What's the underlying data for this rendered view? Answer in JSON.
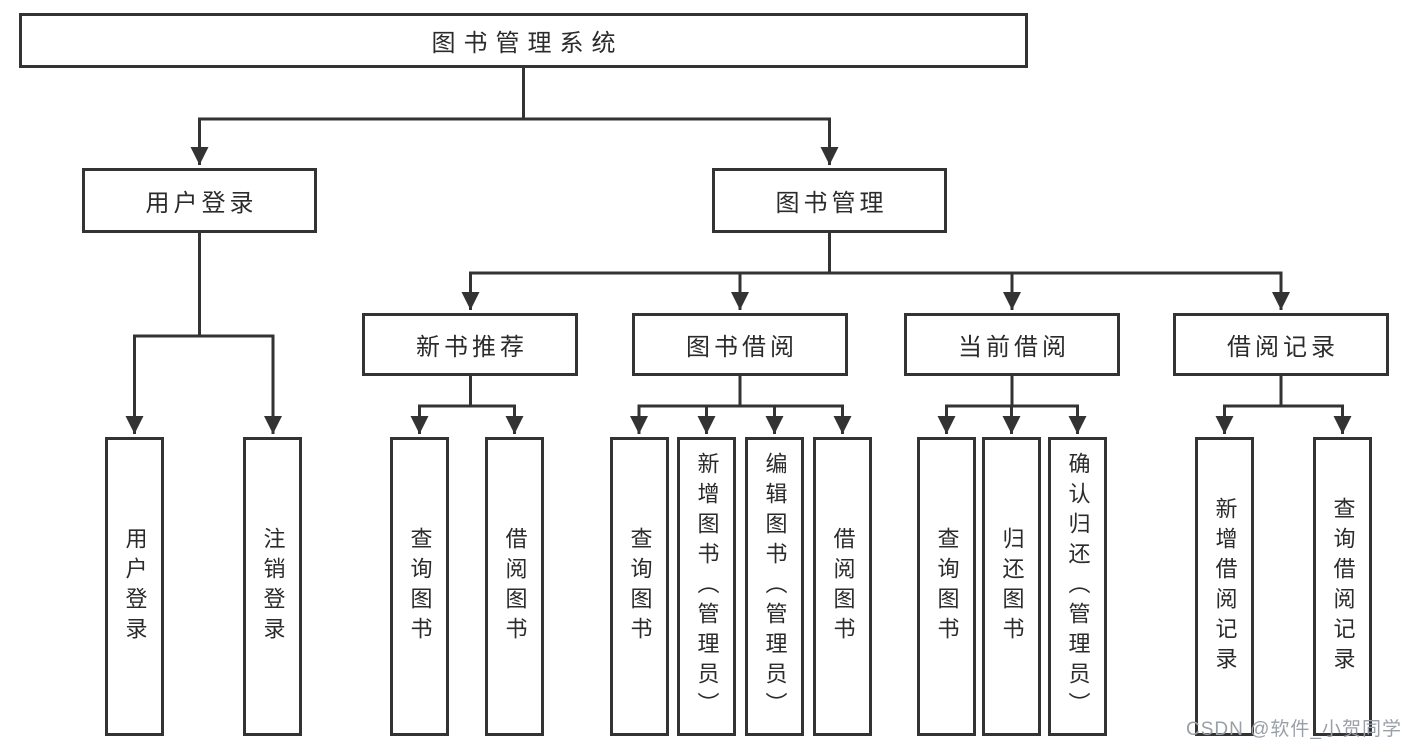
{
  "tree": {
    "label": "图书管理系统",
    "children": [
      {
        "label": "用户登录",
        "children": [
          {
            "label": "用户登录"
          },
          {
            "label": "注销登录"
          }
        ]
      },
      {
        "label": "图书管理",
        "children": [
          {
            "label": "新书推荐",
            "children": [
              {
                "label": "查询图书"
              },
              {
                "label": "借阅图书"
              }
            ]
          },
          {
            "label": "图书借阅",
            "children": [
              {
                "label": "查询图书"
              },
              {
                "label": "新增图书（管理员）"
              },
              {
                "label": "编辑图书（管理员）"
              },
              {
                "label": "借阅图书"
              }
            ]
          },
          {
            "label": "当前借阅",
            "children": [
              {
                "label": "查询图书"
              },
              {
                "label": "归还图书"
              },
              {
                "label": "确认归还（管理员）"
              }
            ]
          },
          {
            "label": "借阅记录",
            "children": [
              {
                "label": "新增借阅记录"
              },
              {
                "label": "查询借阅记录"
              }
            ]
          }
        ]
      }
    ]
  },
  "watermark": {
    "text": "CSDN @软件_小贺同学"
  },
  "colors": {
    "line": "#333333",
    "box_background": "#ffffff",
    "text": "#2b2b2b",
    "watermark": "#9aa0a8"
  }
}
